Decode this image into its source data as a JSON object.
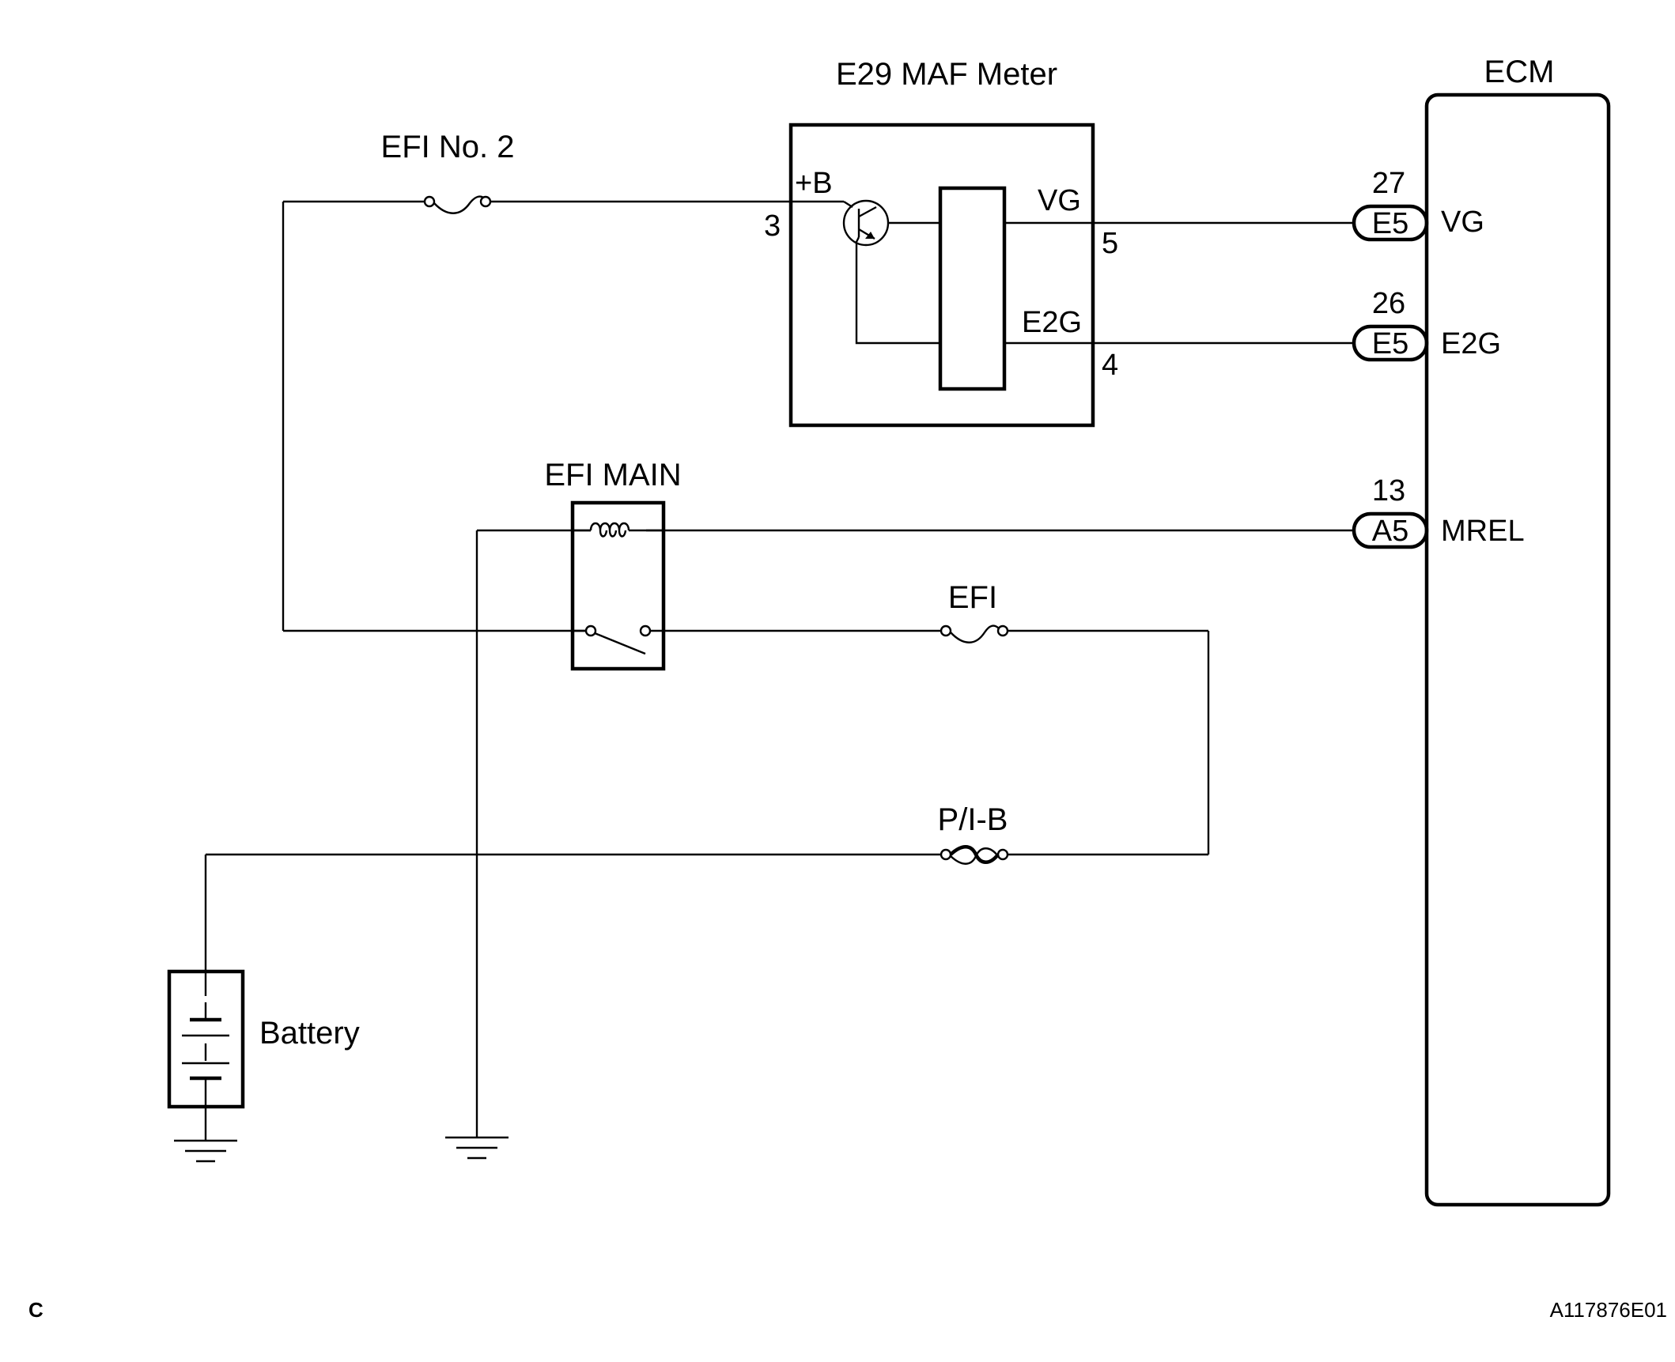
{
  "title": "E29 MAF Meter",
  "components": {
    "maf_meter": {
      "name": "E29 MAF Meter",
      "plus_b": "+B",
      "vg": "VG",
      "e2g": "E2G",
      "pin_plus_b": "3",
      "pin_vg": "5",
      "pin_e2g": "4"
    },
    "ecm": {
      "name": "ECM"
    },
    "fuse_efi_no2": {
      "name": "EFI No. 2"
    },
    "relay_efi_main": {
      "name": "EFI MAIN"
    },
    "fuse_efi": {
      "name": "EFI"
    },
    "fuse_pib": {
      "name": "P/I-B"
    },
    "battery": {
      "name": "Battery"
    }
  },
  "ecm_pins": [
    {
      "pin": "27",
      "connector": "E5",
      "signal": "VG"
    },
    {
      "pin": "26",
      "connector": "E5",
      "signal": "E2G"
    },
    {
      "pin": "13",
      "connector": "A5",
      "signal": "MREL"
    }
  ],
  "footer": {
    "left": "C",
    "right": "A117876E01"
  }
}
